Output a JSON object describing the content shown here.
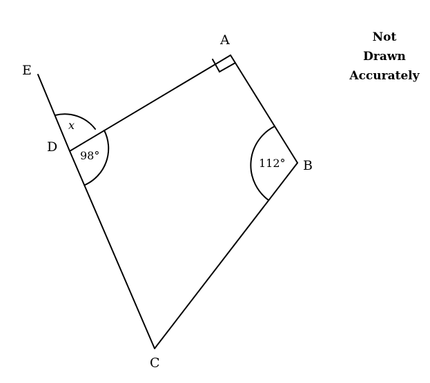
{
  "vertices": {
    "a": "A",
    "b": "B",
    "c": "C",
    "d": "D",
    "e": "E"
  },
  "angles": {
    "d_interior": "98°",
    "b_interior": "112°",
    "exterior_x": "x"
  },
  "note": {
    "line1": "Not",
    "line2": "Drawn",
    "line3": "Accurately"
  }
}
